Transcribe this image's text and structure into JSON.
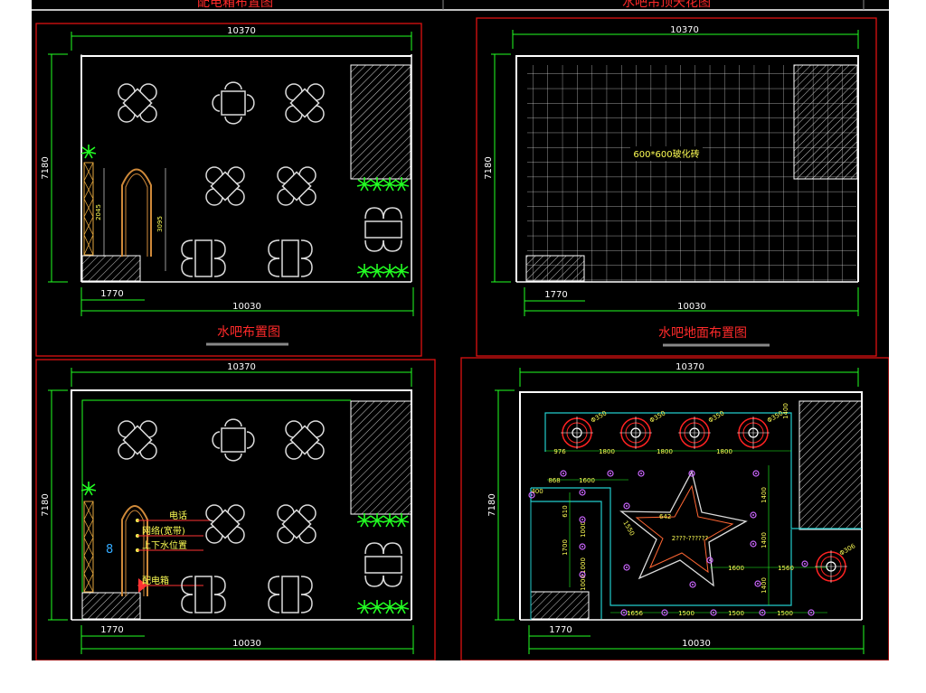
{
  "top_strip": {
    "left_title": "配电箱布置图",
    "right_title": "水吧吊顶天花图"
  },
  "panel1": {
    "title": "水吧布置图",
    "dim_top": "10370",
    "dim_bottom": "10030",
    "dim_left": "7180",
    "dim_sub": "1770",
    "dim_arch1": "2045",
    "dim_arch2": "3095"
  },
  "panel2": {
    "title": "水吧地面布置图",
    "dim_top": "10370",
    "dim_bottom": "10030",
    "dim_left": "7180",
    "dim_sub": "1770",
    "tile_label": "600*600玻化砖"
  },
  "panel3": {
    "dim_top": "10370",
    "dim_bottom": "10030",
    "dim_left": "7180",
    "dim_sub": "1770",
    "notes": [
      "电话",
      "网络(宽带)",
      "上下水位置",
      "配电箱"
    ]
  },
  "panel4": {
    "dim_top": "10370",
    "dim_bottom": "10030",
    "dim_left": "7180",
    "dim_sub": "1770",
    "row_dims": [
      "976",
      "1800",
      "1800",
      "1800"
    ],
    "row2_dims": [
      "868",
      "1600"
    ],
    "mid_dims": [
      "1600",
      "1560"
    ],
    "bottom_dims": [
      "1656",
      "1500",
      "1500",
      "1500"
    ],
    "vert_dims": [
      "1400",
      "1400",
      "1400",
      "1400"
    ],
    "left_vert_dims": [
      "610",
      "1000",
      "1700",
      "1000",
      "1000"
    ],
    "star_dims": [
      "1550",
      "642",
      "2???-??????"
    ],
    "side_label": "400",
    "lamp_label": "Φ350",
    "right_lamp_label": "Φ306"
  }
}
